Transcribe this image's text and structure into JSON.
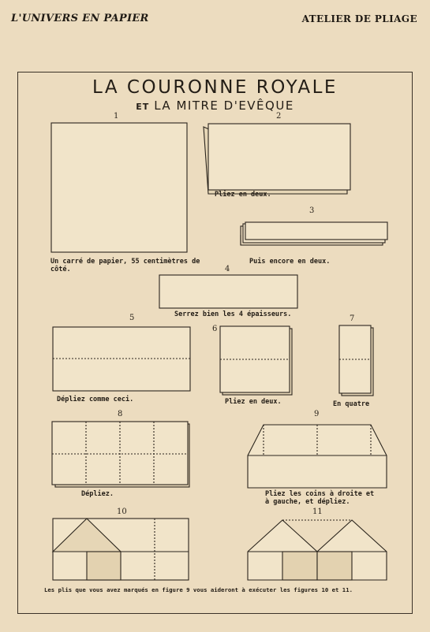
{
  "header": {
    "left": "L'UNIVERS EN PAPIER",
    "right": "ATELIER DE PLIAGE"
  },
  "title": {
    "main": "LA COURONNE ROYALE",
    "sub_et": "ET",
    "sub": "LA MITRE D'EVÊQUE"
  },
  "steps": [
    {
      "num": "1",
      "caption_line1": "Un carré de papier, 55 centimètres de",
      "caption_line2": "côté."
    },
    {
      "num": "2",
      "caption": "Pliez en deux."
    },
    {
      "num": "3",
      "caption": "Puis encore en deux."
    },
    {
      "num": "4",
      "caption": "Serrez bien les 4 épaisseurs."
    },
    {
      "num": "5",
      "caption": "Dépliez comme ceci."
    },
    {
      "num": "6",
      "caption": "Pliez en deux."
    },
    {
      "num": "7",
      "caption": "En quatre"
    },
    {
      "num": "8",
      "caption": "Dépliez."
    },
    {
      "num": "9",
      "caption_line1": "Pliez les coins à droite et",
      "caption_line2": "à gauche, et dépliez."
    },
    {
      "num": "10"
    },
    {
      "num": "11"
    }
  ],
  "footer_note": "Les plis que vous avez marqués en figure 9 vous aideront à exécuter les figures 10 et 11."
}
